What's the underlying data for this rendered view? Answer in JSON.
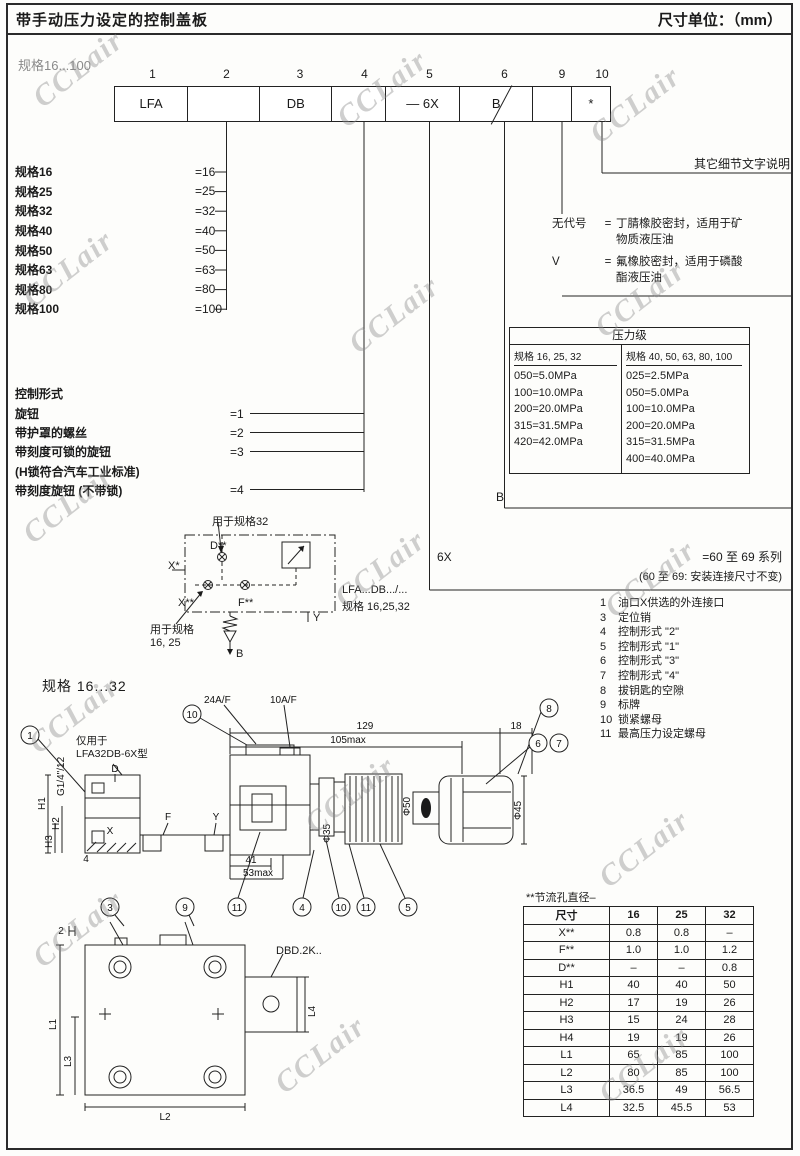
{
  "watermark": "CCLair",
  "header": {
    "title": "带手动压力设定的控制盖板",
    "unit": "尺寸单位：（mm）"
  },
  "ordering": {
    "spec_range": "规格16...100",
    "positions": [
      "1",
      "2",
      "3",
      "4",
      "5",
      "6",
      "9",
      "10"
    ],
    "boxes": [
      "LFA",
      "",
      "DB",
      "",
      "— 6X",
      "B",
      "",
      "*"
    ],
    "sizes": [
      {
        "label": "规格16",
        "value": "=16"
      },
      {
        "label": "规格25",
        "value": "=25"
      },
      {
        "label": "规格32",
        "value": "=32"
      },
      {
        "label": "规格40",
        "value": "=40"
      },
      {
        "label": "规格50",
        "value": "=50"
      },
      {
        "label": "规格63",
        "value": "=63"
      },
      {
        "label": "规格80",
        "value": "=80"
      },
      {
        "label": "规格100",
        "value": "=100"
      }
    ],
    "control": {
      "title": "控制形式",
      "items": [
        {
          "label": "旋钮",
          "value": "=1"
        },
        {
          "label": "带护罩的螺丝",
          "value": "=2"
        },
        {
          "label": "带刻度可锁的旋钮",
          "value": "=3"
        },
        {
          "label": "(H锁符合汽车工业标准)",
          "value": ""
        },
        {
          "label": "带刻度旋钮 (不带锁)",
          "value": "=4"
        }
      ]
    },
    "other_details": "其它细节文字说明",
    "seals": [
      {
        "code": "无代号",
        "eq": "=",
        "desc": "丁腈橡胶密封，适用于矿\n物质液压油"
      },
      {
        "code": "V",
        "eq": "=",
        "desc": "氟橡胶密封，适用于磷酸\n酯液压油"
      }
    ],
    "pressure": {
      "title": "压力级",
      "col1_header": "规格 16, 25, 32",
      "col2_header": "规格 40, 50, 63, 80, 100",
      "col1": [
        "050=5.0MPa",
        "100=10.0MPa",
        "200=20.0MPa",
        "315=31.5MPa",
        "420=42.0MPa"
      ],
      "col2": [
        "025=2.5MPa",
        "050=5.0MPa",
        "100=10.0MPa",
        "200=20.0MPa",
        "315=31.5MPa",
        "400=40.0MPa"
      ]
    },
    "b_label": "B",
    "series": {
      "code": "6X",
      "desc": "=60 至 69 系列",
      "note": "(60 至 69: 安装连接尺寸不变)"
    }
  },
  "schematic": {
    "for32": "用于规格32",
    "for1625": "用于规格\n16, 25",
    "model": "LFA...DB.../...",
    "spec": "规格 16,25,32",
    "ports": {
      "x_star": "X*",
      "x_dstar": "X**",
      "d_dstar": "D**",
      "f_dstar": "F**",
      "y": "Y",
      "b": "B"
    }
  },
  "legend": [
    {
      "num": "1",
      "text": "油口X供选的外连接口"
    },
    {
      "num": "3",
      "text": "定位销"
    },
    {
      "num": "4",
      "text": "控制形式 \"2\""
    },
    {
      "num": "5",
      "text": "控制形式 \"1\""
    },
    {
      "num": "6",
      "text": "控制形式 \"3\""
    },
    {
      "num": "7",
      "text": "控制形式 \"4\""
    },
    {
      "num": "8",
      "text": "拔钥匙的空隙"
    },
    {
      "num": "9",
      "text": "标牌"
    },
    {
      "num": "10",
      "text": "锁紧螺母"
    },
    {
      "num": "11",
      "text": "最高压力设定螺母"
    }
  ],
  "drawing": {
    "spec_label": "规格 16...32",
    "only_for": "仅用于\nLFA32DB-6X型",
    "af24": "24A/F",
    "af10": "10A/F",
    "dbd": "DBD.2K..",
    "dims": {
      "d129": "129",
      "d105": "105max",
      "d18": "18",
      "d41": "41",
      "d53": "53max",
      "h1": "H1",
      "h2": "H2",
      "h3": "H3",
      "g14": "G1/4\"/12",
      "phi35": "Φ35",
      "phi50": "Φ50",
      "phi45": "Φ45",
      "d": "D",
      "f": "F",
      "x": "X",
      "y": "Y",
      "n4": "4",
      "n2": "2",
      "l1": "L1",
      "l2": "L2",
      "l3": "L3",
      "l4": "L4"
    },
    "callouts": {
      "c1": "1",
      "c3": "3",
      "c4": "4",
      "c5": "5",
      "c6": "6",
      "c7": "7",
      "c8": "8",
      "c9": "9",
      "c10": "10",
      "c11": "11"
    }
  },
  "dim_table": {
    "note": "**节流孔直径–",
    "headers": [
      "尺寸",
      "16",
      "25",
      "32"
    ],
    "rows": [
      [
        "X**",
        "0.8",
        "0.8",
        "–"
      ],
      [
        "F**",
        "1.0",
        "1.0",
        "1.2"
      ],
      [
        "D**",
        "–",
        "–",
        "0.8"
      ],
      [
        "H1",
        "40",
        "40",
        "50"
      ],
      [
        "H2",
        "17",
        "19",
        "26"
      ],
      [
        "H3",
        "15",
        "24",
        "28"
      ],
      [
        "H4",
        "19",
        "19",
        "26"
      ],
      [
        "L1",
        "65",
        "85",
        "100"
      ],
      [
        "L2",
        "80",
        "85",
        "100"
      ],
      [
        "L3",
        "36.5",
        "49",
        "56.5"
      ],
      [
        "L4",
        "32.5",
        "45.5",
        "53"
      ]
    ]
  }
}
